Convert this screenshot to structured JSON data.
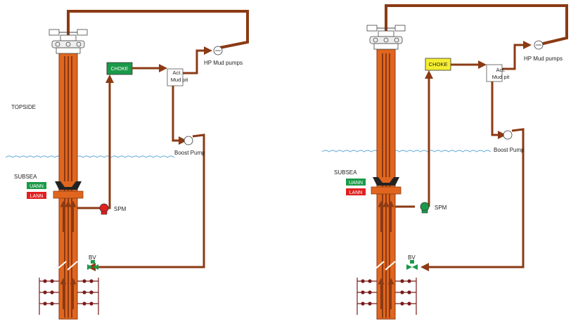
{
  "panels": [
    {
      "id": "left",
      "labels": {
        "topside": "TOPSIDE",
        "subsea": "SUBSEA",
        "choke": "CHOKE",
        "hp_pumps": "HP Mud pumps",
        "act_mud_pit_line1": "Act.",
        "act_mud_pit_line2": "Mud pit",
        "boost_pump": "Boost Pump",
        "spm": "SPM",
        "bv": "BV",
        "uann": "UANN",
        "lann": "LANN"
      },
      "colors": {
        "choke": "#1a9a48",
        "spm": "#e02020",
        "uann": "#1a9a48",
        "lann": "#e02020"
      }
    },
    {
      "id": "right",
      "labels": {
        "subsea": "SUBSEA",
        "choke": "CHOKE",
        "hp_pumps": "HP Mud pumps",
        "act_mud_pit_line1": "Act.",
        "act_mud_pit_line2": "Mud pit",
        "boost_pump": "Boost Pump",
        "spm": "SPM",
        "bv": "BV",
        "uann": "UANN",
        "lann": "LANN"
      },
      "colors": {
        "choke": "#f5ee30",
        "spm": "#1a9a48",
        "uann": "#1a9a48",
        "lann": "#e02020"
      }
    }
  ],
  "palette": {
    "pipe": "#8b3a14",
    "riser": "#e0661f",
    "riser_edge": "#8b3a14",
    "water": "#5fa8d8"
  }
}
